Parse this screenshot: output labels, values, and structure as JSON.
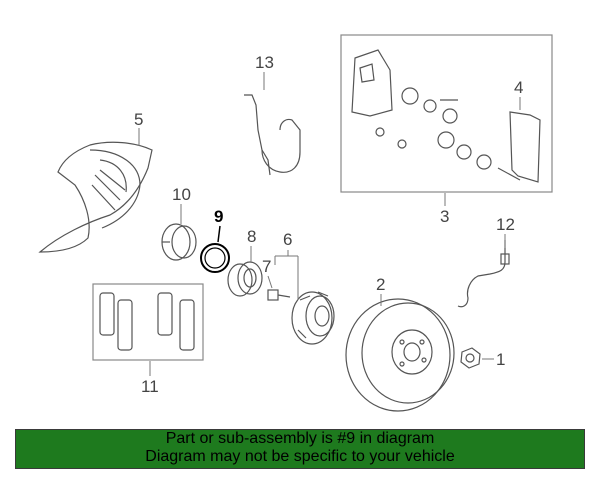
{
  "callouts": {
    "c1": "1",
    "c2": "2",
    "c3": "3",
    "c4": "4",
    "c5": "5",
    "c6": "6",
    "c7": "7",
    "c8": "8",
    "c9": "9",
    "c10": "10",
    "c11": "11",
    "c12": "12",
    "c13": "13"
  },
  "highlight_part": "9",
  "colors": {
    "banner_bg": "#1e7a1e",
    "highlight": "#000000",
    "line": "#555555"
  },
  "banner": {
    "line1": "Part or sub-assembly is #9 in diagram",
    "line2": "Diagram may not be specific to your vehicle"
  }
}
